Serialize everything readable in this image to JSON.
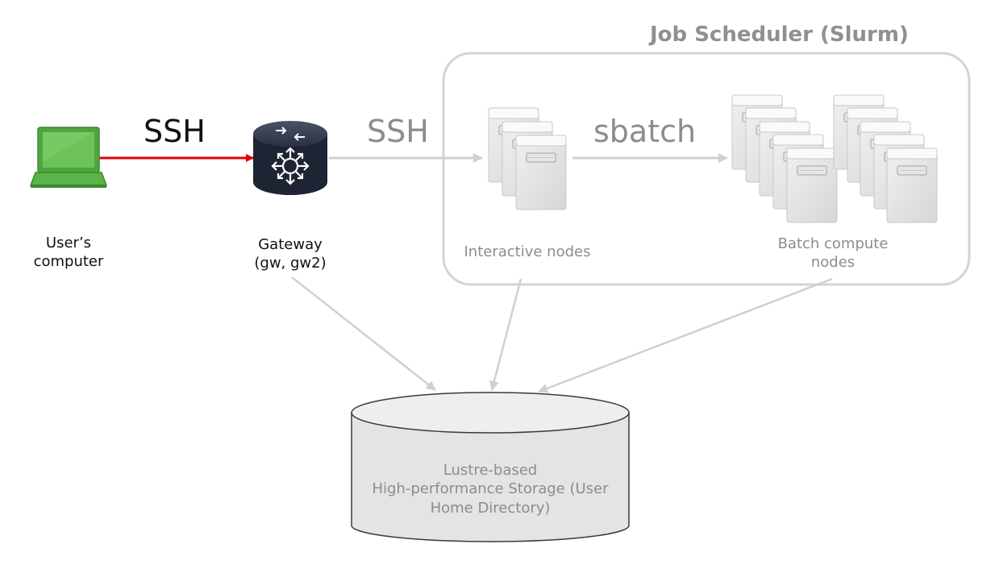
{
  "scheduler": {
    "title": "Job Scheduler (Slurm)"
  },
  "nodes": {
    "user_computer": {
      "label_line1": "User’s",
      "label_line2": "computer",
      "icon": "laptop-icon"
    },
    "gateway": {
      "label_line1": "Gateway",
      "label_line2": "(gw, gw2)",
      "icon": "router-icon"
    },
    "interactive": {
      "label": "Interactive nodes",
      "icon": "server-stack-icon"
    },
    "batch": {
      "label_line1": "Batch compute",
      "label_line2": "nodes",
      "icon": "server-cluster-icon"
    },
    "storage": {
      "label_line1": "Lustre-based",
      "label_line2": "High-performance Storage (User",
      "label_line3": "Home Directory)",
      "icon": "database-cylinder-icon"
    }
  },
  "edges": {
    "user_to_gateway": {
      "label": "SSH",
      "color": "#e00000"
    },
    "gateway_to_interactive": {
      "label": "SSH",
      "color": "#d0d0d0"
    },
    "interactive_to_batch": {
      "label": "sbatch",
      "color": "#d0d0d0"
    }
  },
  "colors": {
    "laptop": "#5ab44a",
    "router": "#1e2433",
    "server": "#e2e2e2",
    "line_gray": "#d0d0d0",
    "text_gray": "#8c8c8c"
  }
}
